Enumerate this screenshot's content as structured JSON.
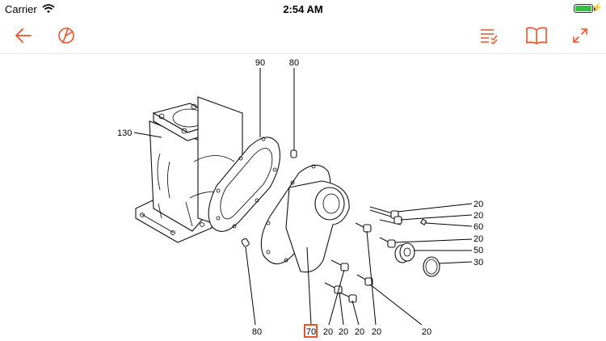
{
  "status": {
    "carrier": "Carrier",
    "time": "2:54 AM",
    "battery_level": 1.0
  },
  "toolbar": {
    "left_icons": [
      "back-arrow-icon",
      "compass-icon"
    ],
    "right_icons": [
      "checklist-icon",
      "book-icon",
      "expand-icon"
    ],
    "accent": "#e8542a"
  },
  "diagram": {
    "highlight_color": "#e8542a",
    "callouts": {
      "c90": "90",
      "c80_top": "80",
      "c130": "130",
      "r1": "20",
      "r2": "20",
      "r3": "60",
      "r4": "20",
      "r5": "50",
      "r6": "30",
      "b80": "80",
      "b70": "70",
      "b20a": "20",
      "b20b": "20",
      "b20c": "20",
      "b20d": "20",
      "b20e": "20"
    },
    "highlighted": "70"
  }
}
